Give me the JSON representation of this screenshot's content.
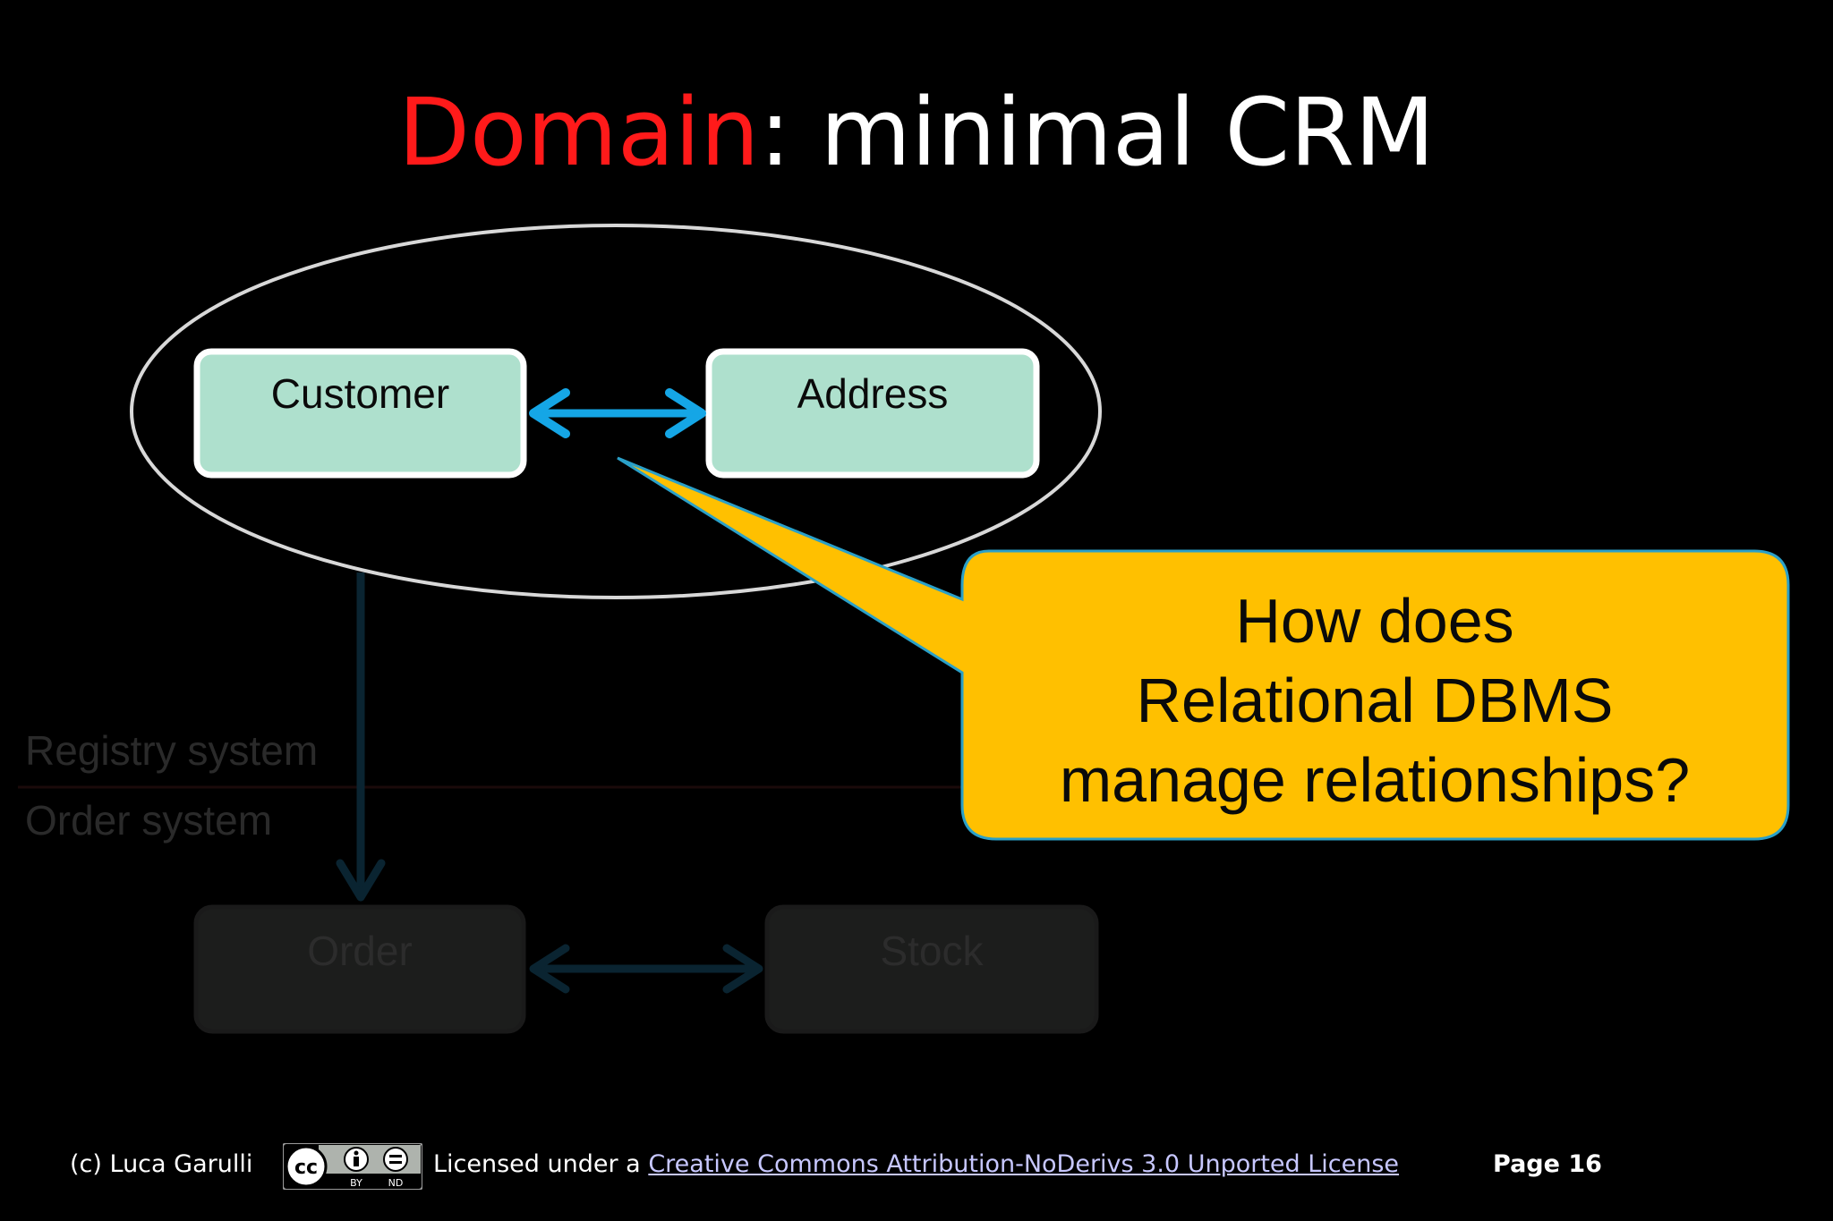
{
  "slide": {
    "title_accent": "Domain",
    "title_rest": ": minimal CRM"
  },
  "diagram": {
    "active_boxes": [
      {
        "label": "Customer"
      },
      {
        "label": "Address"
      }
    ],
    "dim_boxes": [
      {
        "label": "Order"
      },
      {
        "label": "Stock"
      }
    ],
    "systems": {
      "registry": "Registry system",
      "order": "Order system"
    },
    "callout": {
      "line1": "How does",
      "line2": "Relational DBMS",
      "line3": "manage relationships?"
    },
    "colors": {
      "box_fill": "#aee0cd",
      "arrow": "#15a6e6",
      "callout": "#ffc000",
      "title_accent": "#ff1a1a"
    }
  },
  "footer": {
    "copyright": "(c) Luca Garulli",
    "license_prefix": "Licensed under a ",
    "license_link": "Creative Commons Attribution-NoDerivs 3.0 Unported License",
    "page": "Page 16",
    "badge_cc": "cc",
    "badge_by": "BY",
    "badge_nd": "ND"
  }
}
